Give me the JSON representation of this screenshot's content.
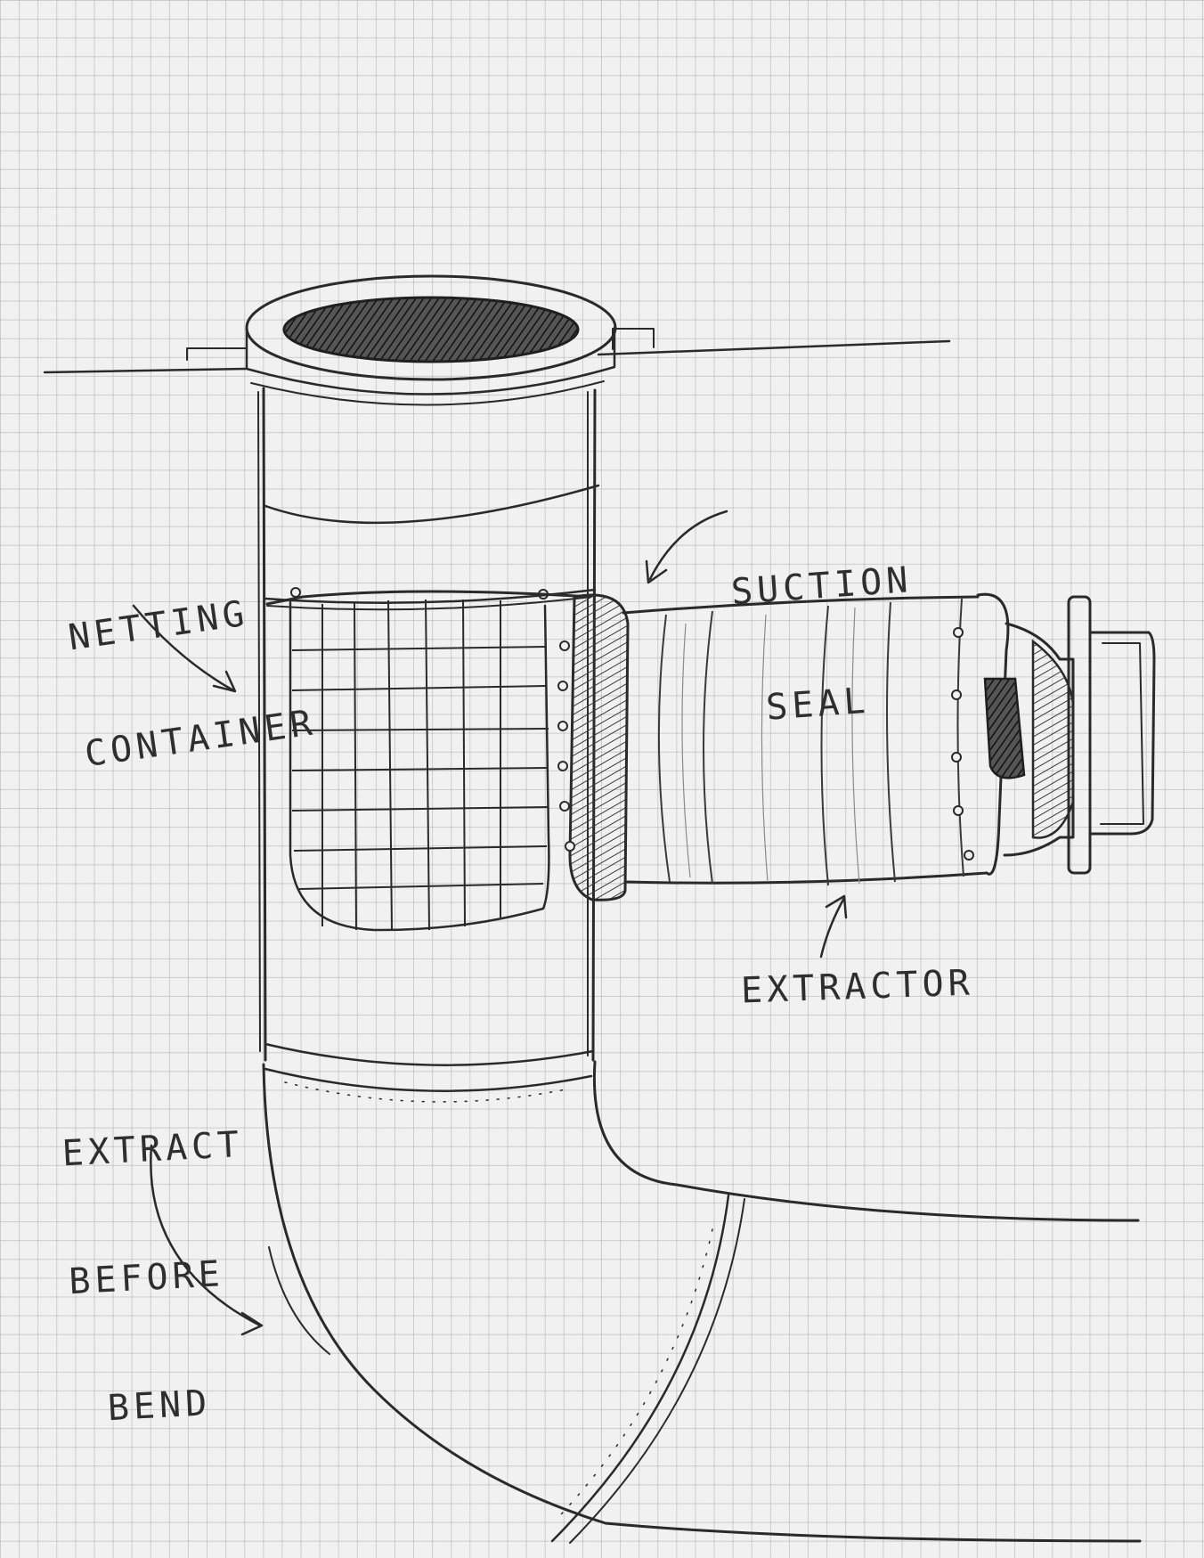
{
  "annotations": {
    "netting_container": [
      "NETTING",
      "CONTAINER"
    ],
    "suction_seal": [
      "SUCTION",
      "SEAL"
    ],
    "extractor": "EXTRACTOR",
    "extract_before_bend": [
      "EXTRACT",
      "BEFORE",
      "BEND"
    ]
  },
  "colors": {
    "paper": "#f1f1f1",
    "grid": "#b5b5b5",
    "ink": "#2a2a2a"
  }
}
